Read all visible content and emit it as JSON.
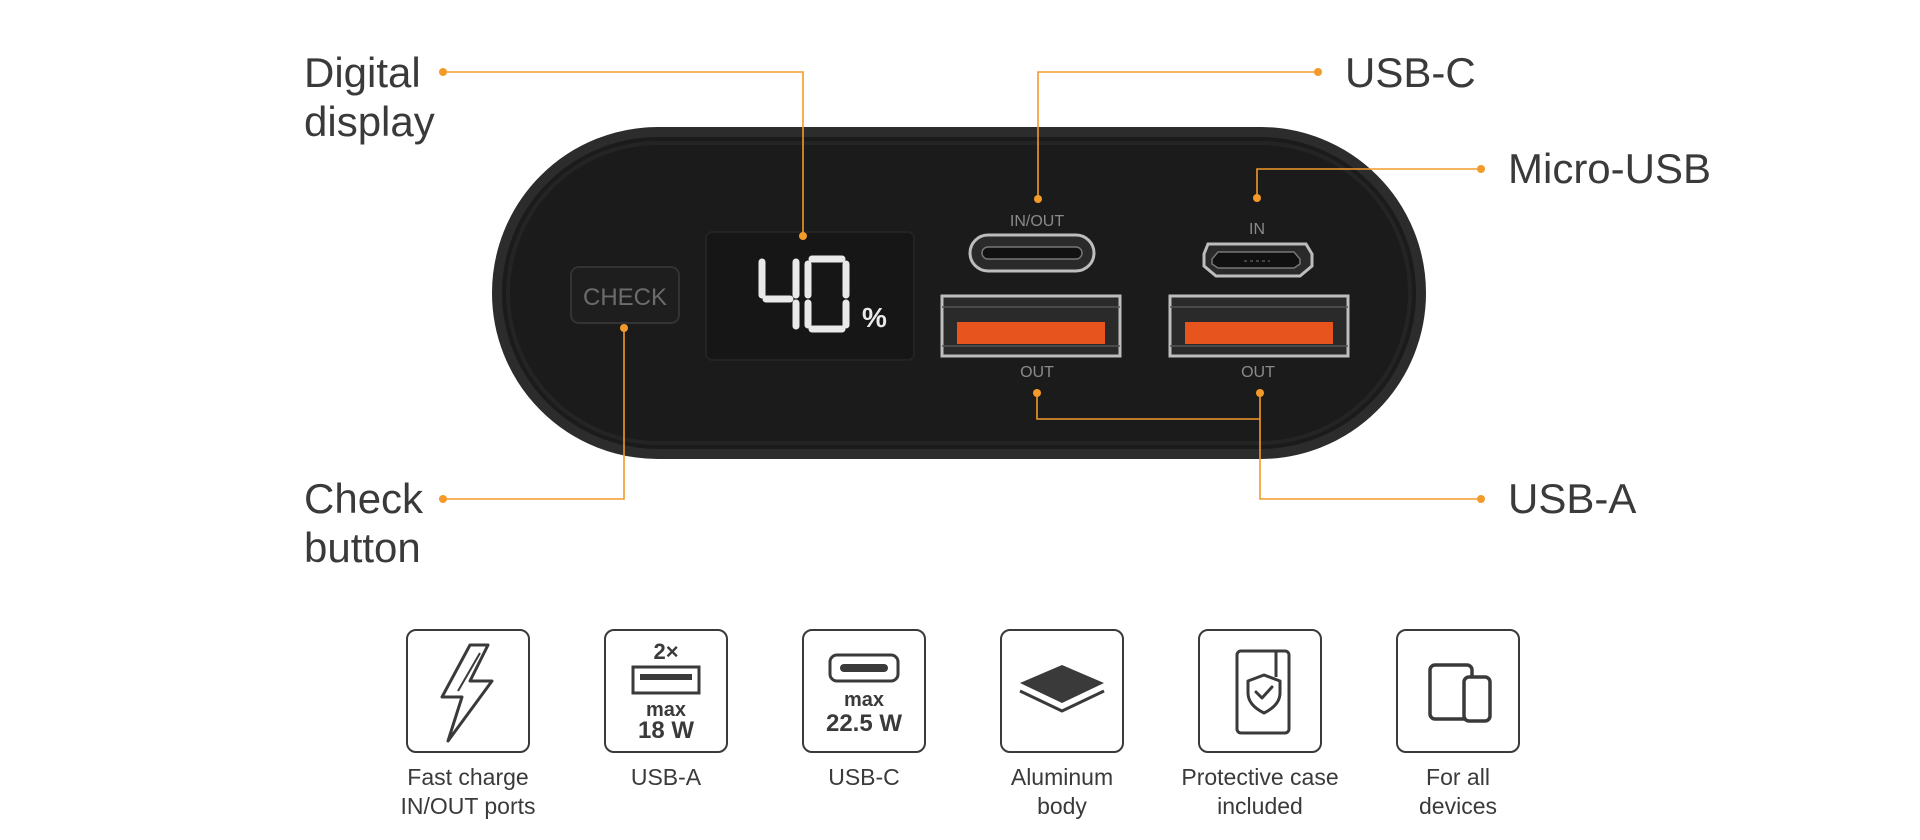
{
  "callouts": {
    "digital_display": [
      "Digital",
      "display"
    ],
    "check_button": [
      "Check",
      "button"
    ],
    "usb_c": [
      "USB-C"
    ],
    "micro_usb": [
      "Micro-USB"
    ],
    "usb_a": [
      "USB-A"
    ]
  },
  "device": {
    "check_label": "CHECK",
    "display_value": "40",
    "display_unit": "%",
    "port_usbc_label": "IN/OUT",
    "port_micro_label": "IN",
    "port_a1_label": "OUT",
    "port_a2_label": "OUT"
  },
  "features": [
    {
      "icon": "lightning-icon",
      "label": [
        "Fast charge",
        "IN/OUT ports"
      ]
    },
    {
      "icon": "usb-a-icon",
      "count": "2×",
      "spec1": "max",
      "spec2": "18 W",
      "label": [
        "USB-A"
      ]
    },
    {
      "icon": "usb-c-icon",
      "spec1": "max",
      "spec2": "22.5 W",
      "label": [
        "USB-C"
      ]
    },
    {
      "icon": "aluminum-layers-icon",
      "label": [
        "Aluminum",
        "body"
      ]
    },
    {
      "icon": "protective-case-icon",
      "label": [
        "Protective case",
        "included"
      ]
    },
    {
      "icon": "devices-icon",
      "label": [
        "For all",
        "devices"
      ]
    }
  ],
  "colors": {
    "accent": "#f39a2b",
    "body": "#1b1b1b",
    "port_orange": "#e8541e",
    "text": "#3a3a3a"
  }
}
